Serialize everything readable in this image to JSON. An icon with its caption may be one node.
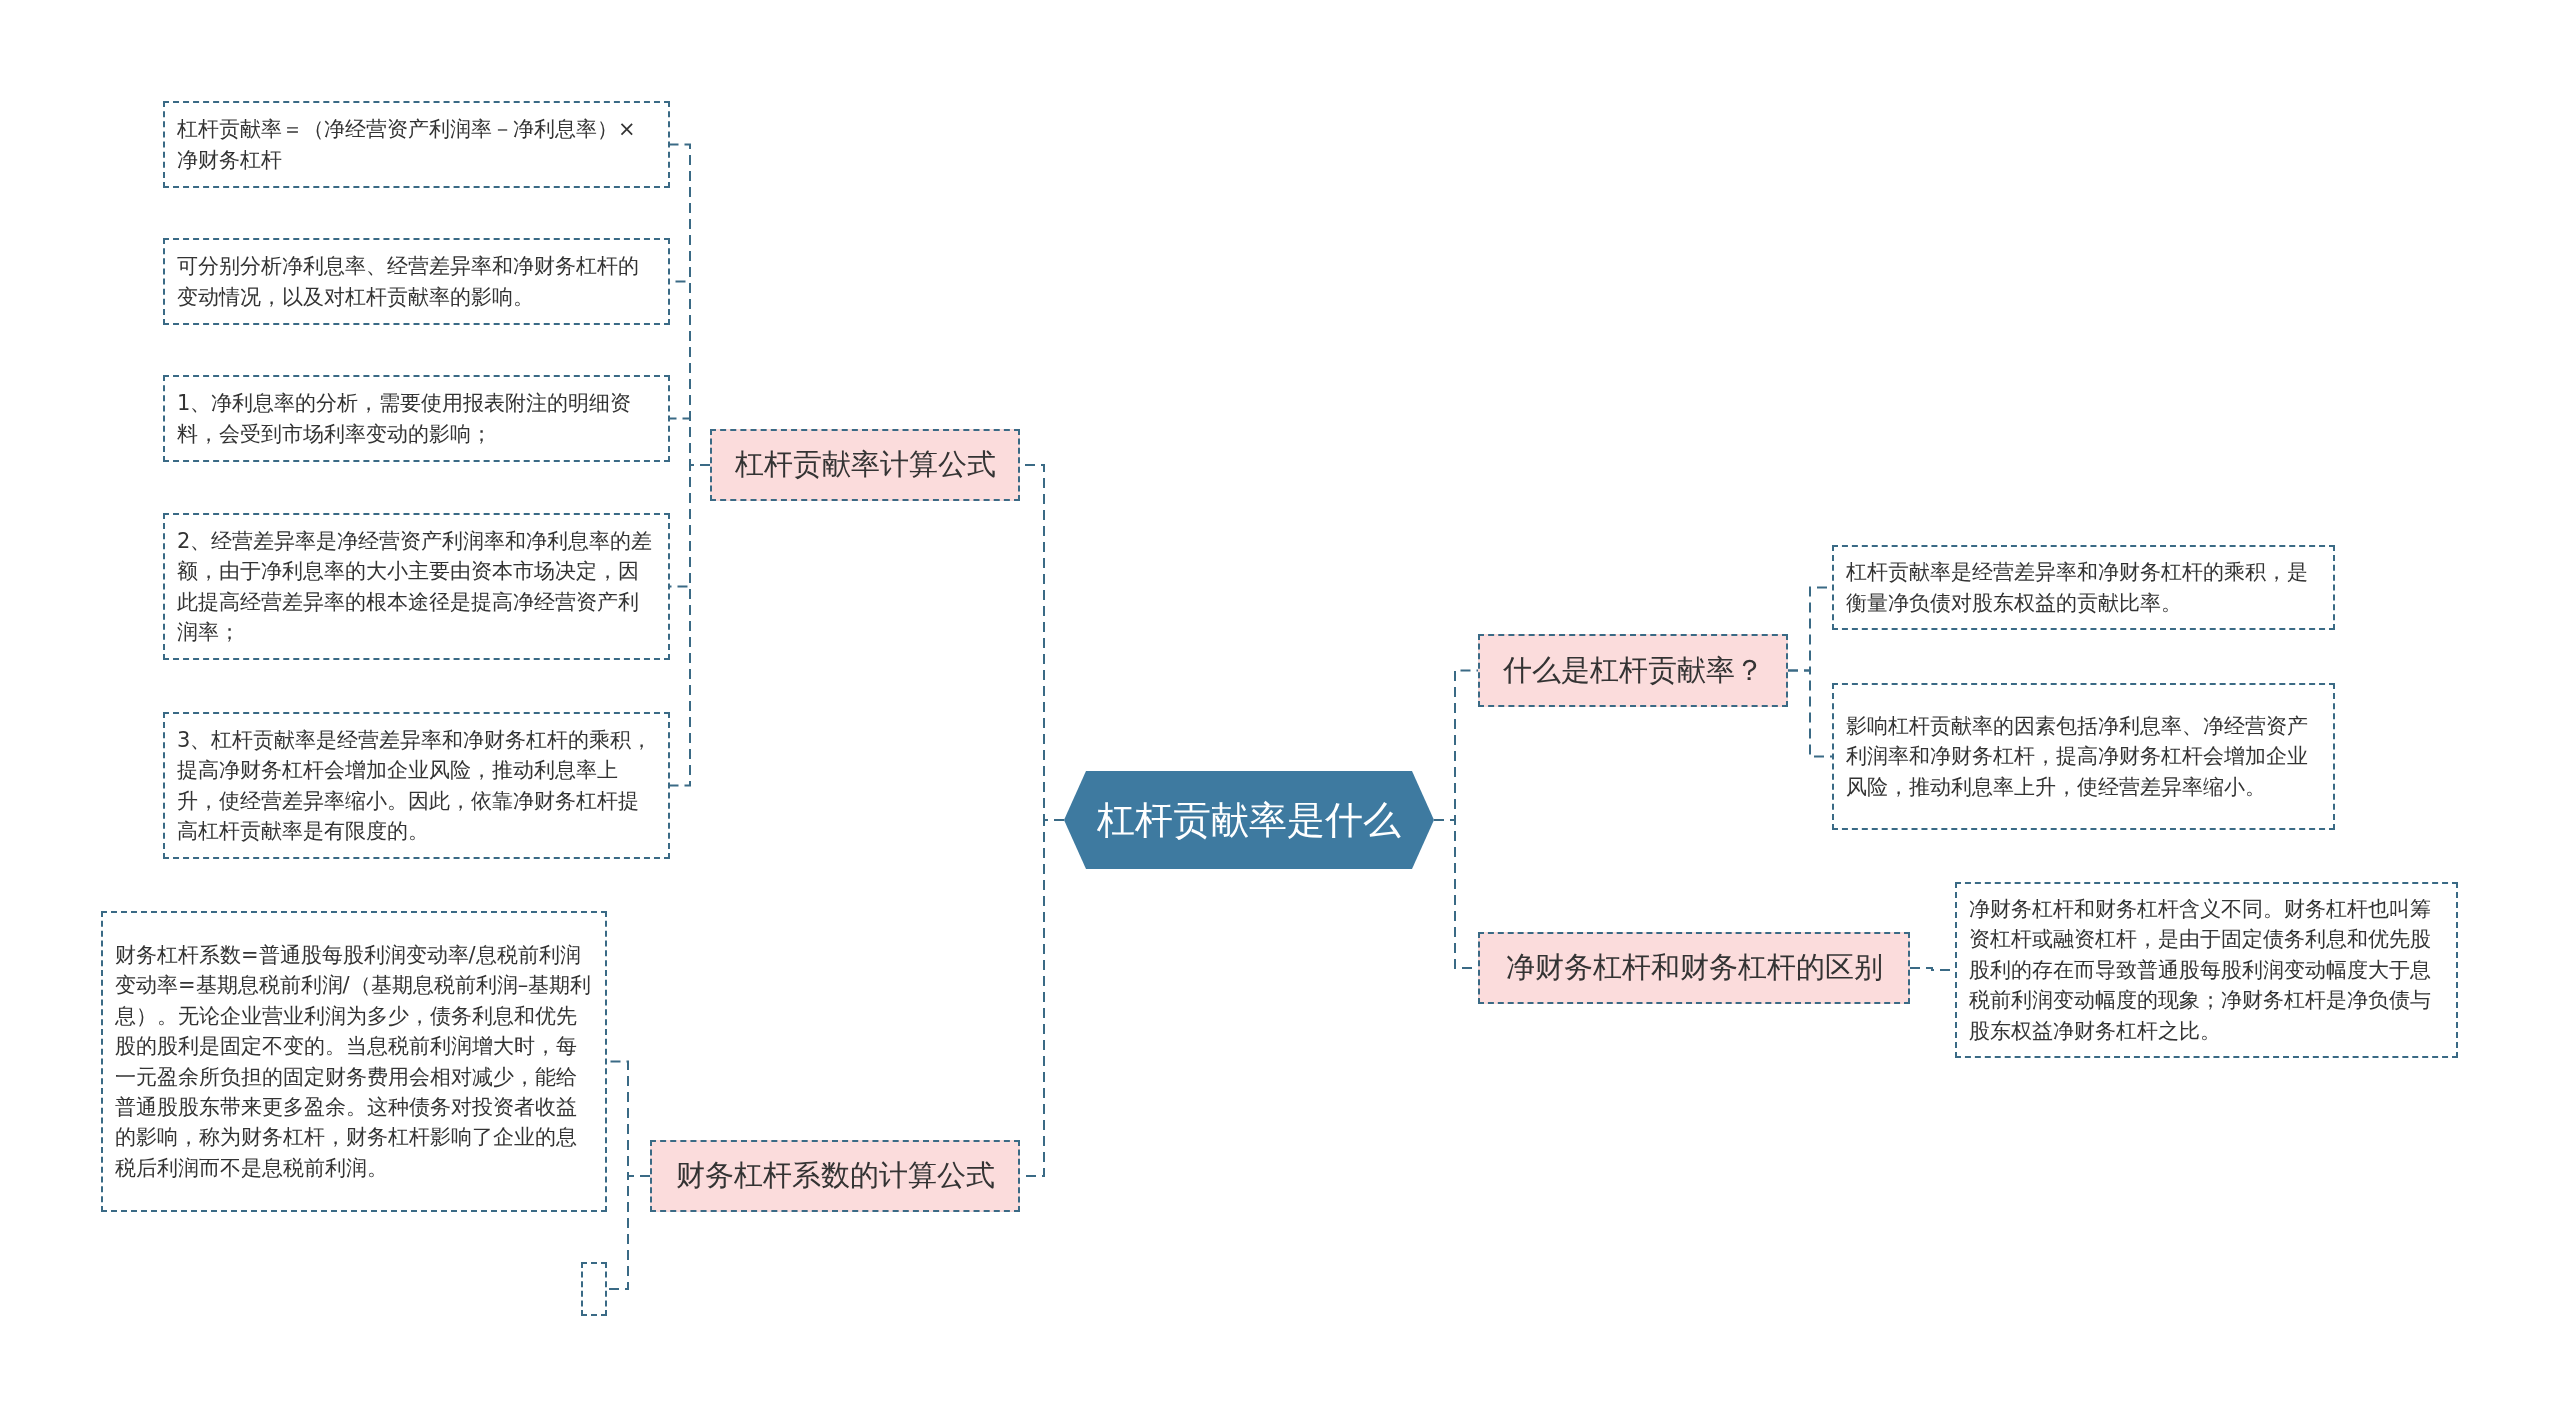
{
  "diagram": {
    "nodes": [
      {
        "text": [
          "杠杆贡献率是什么"
        ]
      },
      {
        "text": [
          "杠杆贡献率计算公式"
        ]
      },
      {
        "text": [
          "杠杆贡献率＝（净经营资产利润率－净利息率）×净财务杠杆"
        ]
      },
      {
        "text": [
          "可分别分析净利息率、经营差异率和净财务杠杆的变动情况，以及对杠杆贡献率的影响。"
        ]
      },
      {
        "text": [
          "1、净利息率的分析，需要使用报表附注的明细资料，会受到市场利率变动的影响；"
        ]
      },
      {
        "text": [
          "2、经营差异率是净经营资产利润率和净利息率的差额，由于净利息率的大小主要由资本市场决定，因此提高经营差异率的根本途径是提高净经营资产利润率；"
        ]
      },
      {
        "text": [
          "3、杠杆贡献率是经营差异率和净财务杠杆的乘积，提高净财务杠杆会增加企业风险，推动利息率上升，使经营差异率缩小。因此，依靠净财务杠杆提高杠杆贡献率是有限度的。"
        ]
      },
      {
        "text": [
          "财务杠杆系数的计算公式"
        ]
      },
      {
        "text": [
          "财务杠杆系数=普通股每股利润变动率/息税前利润变动率=基期息税前利润/（基期息税前利润–基期利息）。无论企业营业利润为多少，债务利息和优先股的股利是固定不变的。当息税前利润增大时，每一元盈余所负担的固定财务费用会相对减少，能给普通股股东带来更多盈余。这种债务对投资者收益的影响，称为财务杠杆，财务杠杆影响了企业的息税后利润而不是息税前利润。"
        ]
      },
      {
        "text": [],
        "shape": "box"
      },
      {
        "text": [
          "什么是杠杆贡献率？"
        ]
      },
      {
        "text": [
          "杠杆贡献率是经营差异率和净财务杠杆的乘积，是衡量净负债对股东权益的贡献比率。"
        ]
      },
      {
        "text": [
          "影响杠杆贡献率的因素包括净利息率、净经营资产利润率和净财务杠杆，提高净财务杠杆会增加企业风险，推动利息率上升，使经营差异率缩小。"
        ]
      },
      {
        "text": [
          "净财务杠杆和财务杠杆的区别"
        ]
      },
      {
        "text": [
          "净财务杠杆和财务杠杆含义不同。财务杠杆也叫筹资杠杆或融资杠杆，是由于固定债务利息和优先股股利的存在而导致普通股每股利润变动幅度大于息税前利润变动幅度的现象；净财务杠杆是净负债与股东权益净财务杠杆之比。"
        ]
      }
    ],
    "edges": [
      {
        "from": 0,
        "to": 1,
        "arrow": "none"
      },
      {
        "from": 0,
        "to": 7,
        "arrow": "none"
      },
      {
        "from": 0,
        "to": 10,
        "arrow": "none"
      },
      {
        "from": 0,
        "to": 13,
        "arrow": "none"
      },
      {
        "from": 1,
        "to": 2,
        "arrow": "none"
      },
      {
        "from": 1,
        "to": 3,
        "arrow": "none"
      },
      {
        "from": 1,
        "to": 4,
        "arrow": "none"
      },
      {
        "from": 1,
        "to": 5,
        "arrow": "none"
      },
      {
        "from": 1,
        "to": 6,
        "arrow": "none"
      },
      {
        "from": 7,
        "to": 8,
        "arrow": "none"
      },
      {
        "from": 7,
        "to": 9,
        "arrow": "none"
      },
      {
        "from": 10,
        "to": 11,
        "arrow": "none"
      },
      {
        "from": 10,
        "to": 12,
        "arrow": "none"
      },
      {
        "from": 13,
        "to": 14,
        "arrow": "none"
      }
    ]
  }
}
